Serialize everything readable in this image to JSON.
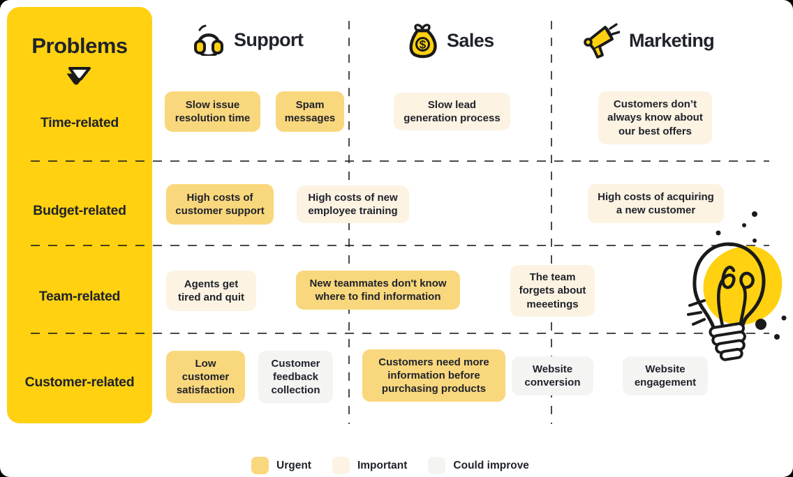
{
  "title": "Problems matrix",
  "colors": {
    "sidebar_yellow": "#FFD110",
    "urgent": "#F9D77C",
    "important": "#FCF3E2",
    "could_improve": "#F4F4F3",
    "text": "#20232B"
  },
  "sidebar": {
    "title": "Problems",
    "row_labels": [
      "Time-related",
      "Budget-related",
      "Team-related",
      "Customer-related"
    ]
  },
  "columns": [
    {
      "label": "Support",
      "icon": "headset-icon"
    },
    {
      "label": "Sales",
      "icon": "money-bag-icon"
    },
    {
      "label": "Marketing",
      "icon": "megaphone-icon"
    }
  ],
  "cards": [
    {
      "row": "Time-related",
      "column": "Support",
      "severity": "Urgent",
      "text": "Slow issue resolution time"
    },
    {
      "row": "Time-related",
      "column": "Support",
      "severity": "Urgent",
      "text": "Spam messages"
    },
    {
      "row": "Time-related",
      "column": "Sales",
      "severity": "Important",
      "text": "Slow lead generation process"
    },
    {
      "row": "Time-related",
      "column": "Marketing",
      "severity": "Important",
      "text": "Customers don’t always know about our best offers"
    },
    {
      "row": "Budget-related",
      "column": "Support",
      "severity": "Urgent",
      "text": "High costs of customer support"
    },
    {
      "row": "Budget-related",
      "column": "Support/Sales",
      "severity": "Important",
      "text": "High costs of new employee training"
    },
    {
      "row": "Budget-related",
      "column": "Marketing",
      "severity": "Important",
      "text": "High costs of acquiring a new customer"
    },
    {
      "row": "Team-related",
      "column": "Support",
      "severity": "Important",
      "text": "Agents get tired and quit"
    },
    {
      "row": "Team-related",
      "column": "Support/Sales",
      "severity": "Urgent",
      "text": "New teammates don't know where to find information"
    },
    {
      "row": "Team-related",
      "column": "Sales/Marketing",
      "severity": "Important",
      "text": "The team forgets about meeetings"
    },
    {
      "row": "Customer-related",
      "column": "Support",
      "severity": "Urgent",
      "text": "Low customer satisfaction"
    },
    {
      "row": "Customer-related",
      "column": "Support",
      "severity": "Could improve",
      "text": "Customer feedback collection"
    },
    {
      "row": "Customer-related",
      "column": "Sales",
      "severity": "Urgent",
      "text": "Customers need more information before purchasing products"
    },
    {
      "row": "Customer-related",
      "column": "Sales",
      "severity": "Could improve",
      "text": "Website conversion"
    },
    {
      "row": "Customer-related",
      "column": "Marketing",
      "severity": "Could improve",
      "text": "Website engagement"
    }
  ],
  "legend": {
    "items": [
      {
        "label": "Urgent",
        "color": "#F9D77C"
      },
      {
        "label": "Important",
        "color": "#FCF3E2"
      },
      {
        "label": "Could improve",
        "color": "#F4F4F3"
      }
    ]
  },
  "illustration": "lightbulb-doodle"
}
